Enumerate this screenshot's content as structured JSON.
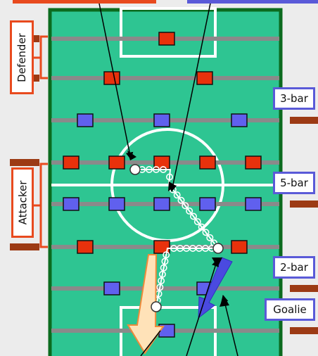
{
  "labels": {
    "defender": "Defender",
    "attacker": "Attacker",
    "three_bar": "3-bar",
    "five_bar": "5-bar",
    "two_bar": "2-bar",
    "goalie": "Goalie"
  },
  "colors": {
    "field": "#2ec592",
    "border": "#0b6b1e",
    "rod": "#8a8a8a",
    "red_player": "#e8310c",
    "blue_player": "#6060ee",
    "handle": "#9c3a14",
    "left_label": "#e84a1e",
    "right_label": "#5a5ad8",
    "ball_path": "#ffffff",
    "pass_arrow": "#ffe2b8",
    "shot_arrow": "#4a4ae0",
    "line": "#000000"
  },
  "rods": [
    {
      "team": "red",
      "role": "goalie",
      "players": 1
    },
    {
      "team": "red",
      "role": "defender",
      "players": 2
    },
    {
      "team": "blue",
      "role": "3-bar",
      "players": 3
    },
    {
      "team": "red",
      "role": "5-bar",
      "players": 5
    },
    {
      "team": "blue",
      "role": "5-bar",
      "players": 5
    },
    {
      "team": "red",
      "role": "3-bar",
      "players": 3
    },
    {
      "team": "blue",
      "role": "defender",
      "players": 2
    },
    {
      "team": "blue",
      "role": "goalie",
      "players": 1
    }
  ]
}
